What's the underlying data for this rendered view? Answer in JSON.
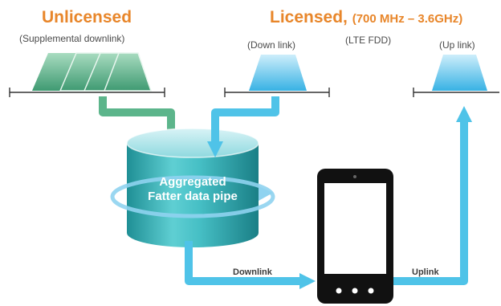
{
  "unlicensed": {
    "title": "Unlicensed",
    "subtitle": "(Supplemental downlink)"
  },
  "licensed": {
    "title": "Licensed,",
    "range": "(700 MHz – 3.6GHz)",
    "mode": "(LTE FDD)"
  },
  "bands": {
    "down": "(Down link)",
    "up": "(Up link)"
  },
  "pipe": {
    "line1": "Aggregated",
    "line2": "Fatter data pipe"
  },
  "flows": {
    "downlink": "Downlink",
    "uplink": "Uplink"
  },
  "colors": {
    "accent": "#e8862a",
    "unlicensed": "#5cb58b",
    "licensed": "#4fc3e8",
    "pipe": "#3fb3bd"
  }
}
